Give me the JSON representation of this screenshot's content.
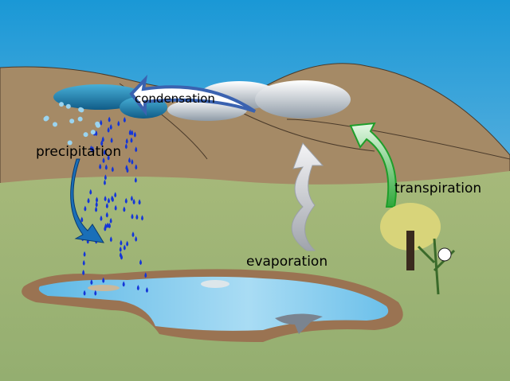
{
  "labels": {
    "condensation": "condensation",
    "precipitation": "precipitation",
    "evaporation": "evaporation",
    "transpiration": "transpiration"
  },
  "colors": {
    "sky_top": "#1a98d6",
    "sky_bottom": "#9cc9e6",
    "hills": "#a58a66",
    "ground": "#a6b97a",
    "lake": "#7cc8ec",
    "lake_shore": "#9a7352",
    "condensation_arrow": "#3a62b0",
    "precipitation_arrow": "#1a6fb8",
    "evaporation_arrow": "#b8bcc4",
    "transpiration_arrow": "#3cc040",
    "raindrop": "#1436d8"
  }
}
